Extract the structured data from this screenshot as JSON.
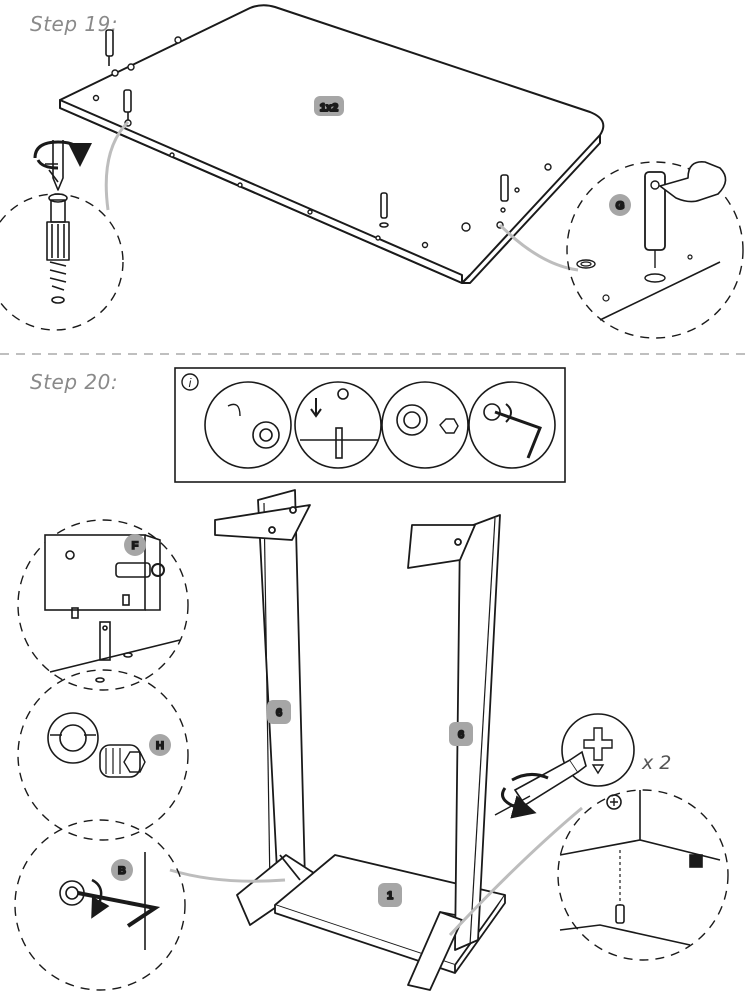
{
  "steps": {
    "step19": {
      "label": "Step 19:",
      "board_badge": "1x2",
      "callout_badge": "G"
    },
    "step20": {
      "label": "Step 20:",
      "info_icon": "i",
      "callout_badges": [
        "F",
        "H",
        "B"
      ],
      "leg_badge_left": "6",
      "leg_badge_right": "6",
      "base_badge": "1",
      "quantity": "x 2"
    }
  },
  "colors": {
    "line": "#1a1a1a",
    "badge": "#a6a6a6",
    "callout": "#bdbdbd",
    "label": "#8a8a8a"
  },
  "icons": [
    "screwdriver-icon",
    "rotate-arrow-icon",
    "pointing-hand-icon",
    "info-icon",
    "arrow-down-icon",
    "allen-key-icon",
    "phillips-screw-icon"
  ]
}
